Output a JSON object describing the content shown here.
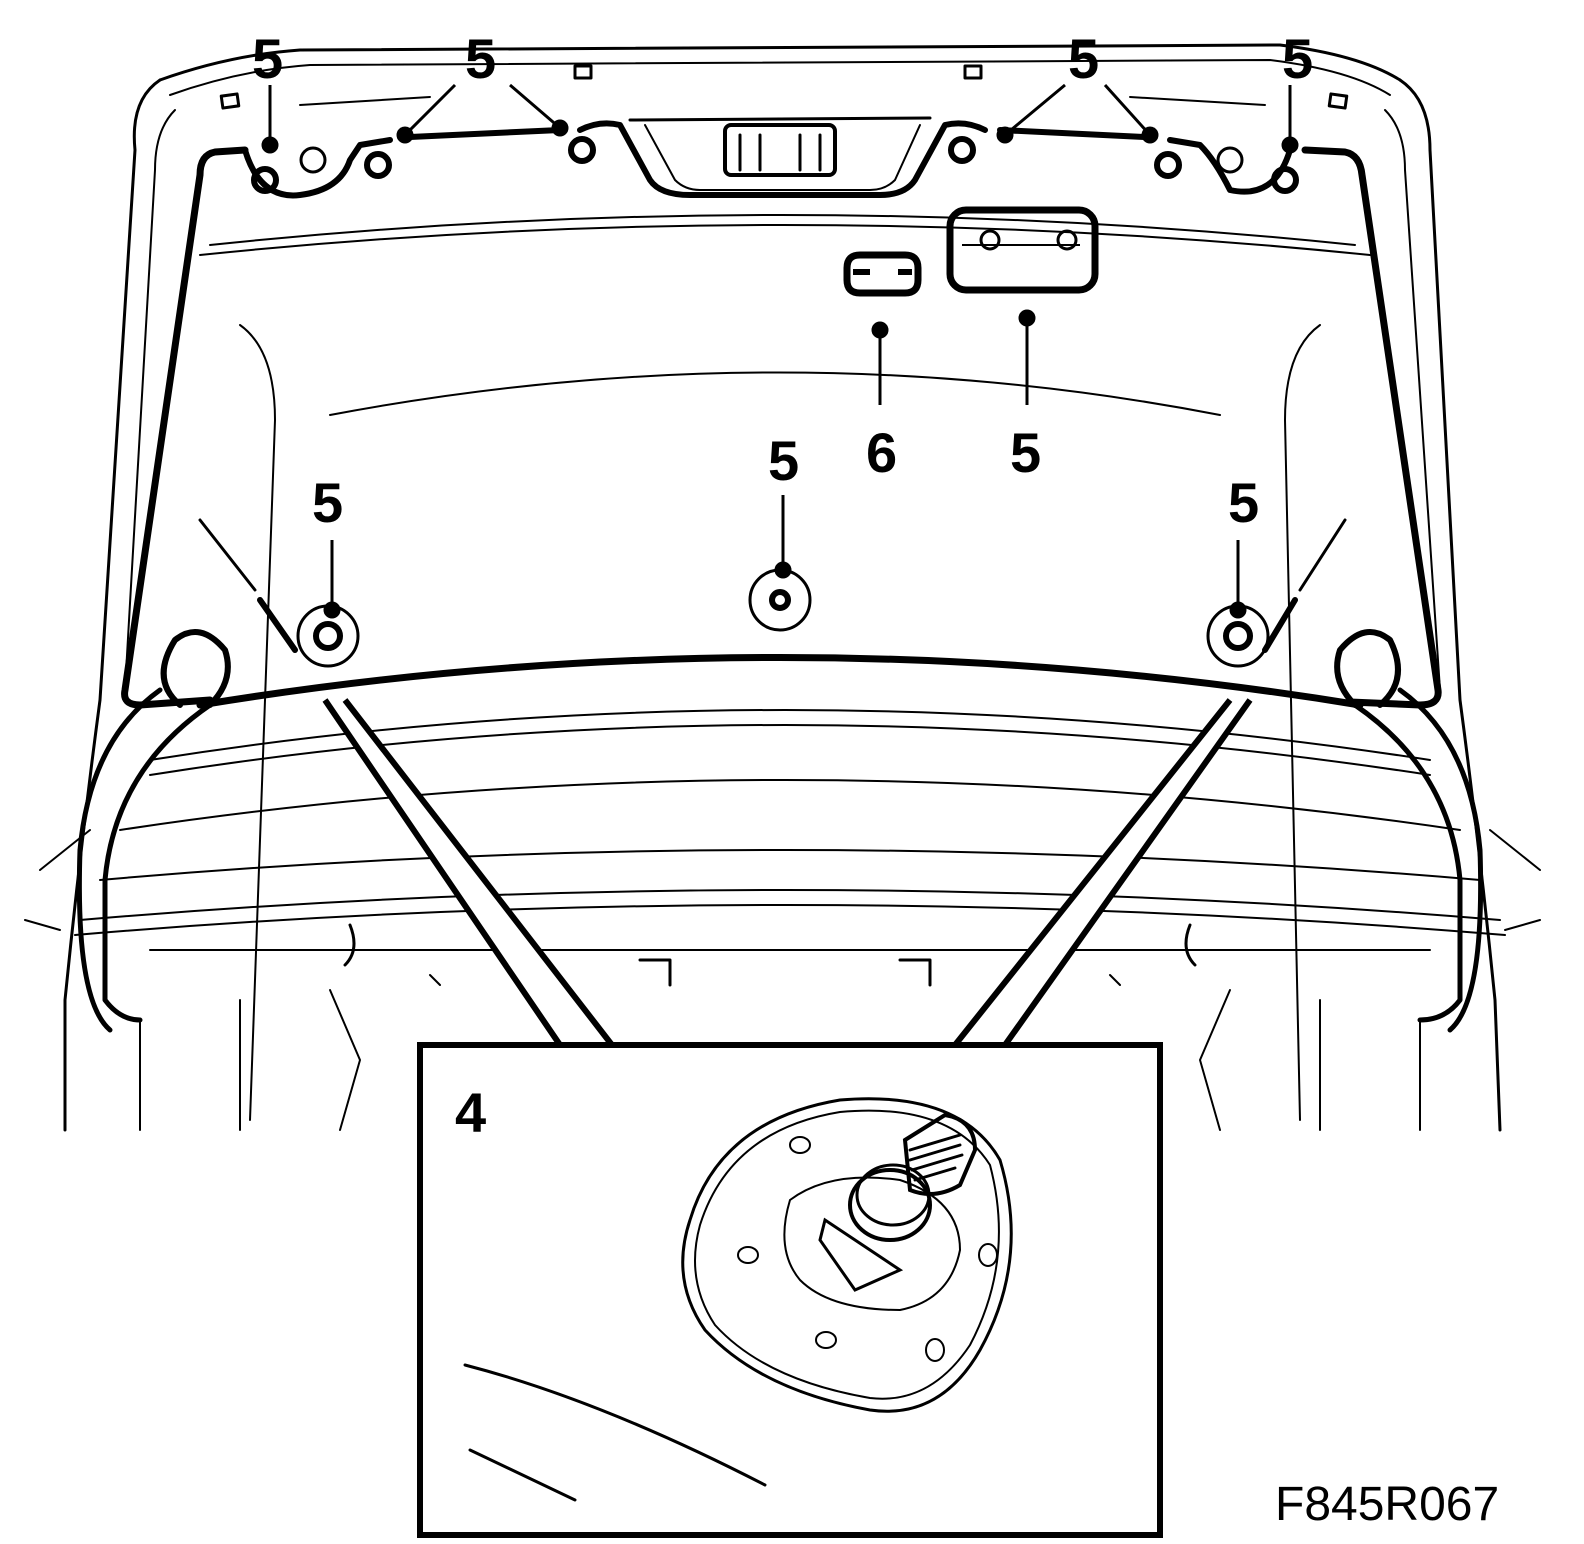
{
  "figure_code": "F845R067",
  "inset": {
    "label": "4"
  },
  "callouts": [
    {
      "id": "top-left-outer",
      "label": "5"
    },
    {
      "id": "top-left-inner",
      "label": "5"
    },
    {
      "id": "top-right-inner",
      "label": "5"
    },
    {
      "id": "top-right-outer",
      "label": "5"
    },
    {
      "id": "clip-6",
      "label": "6"
    },
    {
      "id": "lamp",
      "label": "5"
    },
    {
      "id": "mid-center",
      "label": "5"
    },
    {
      "id": "mid-left",
      "label": "5"
    },
    {
      "id": "mid-right",
      "label": "5"
    }
  ]
}
